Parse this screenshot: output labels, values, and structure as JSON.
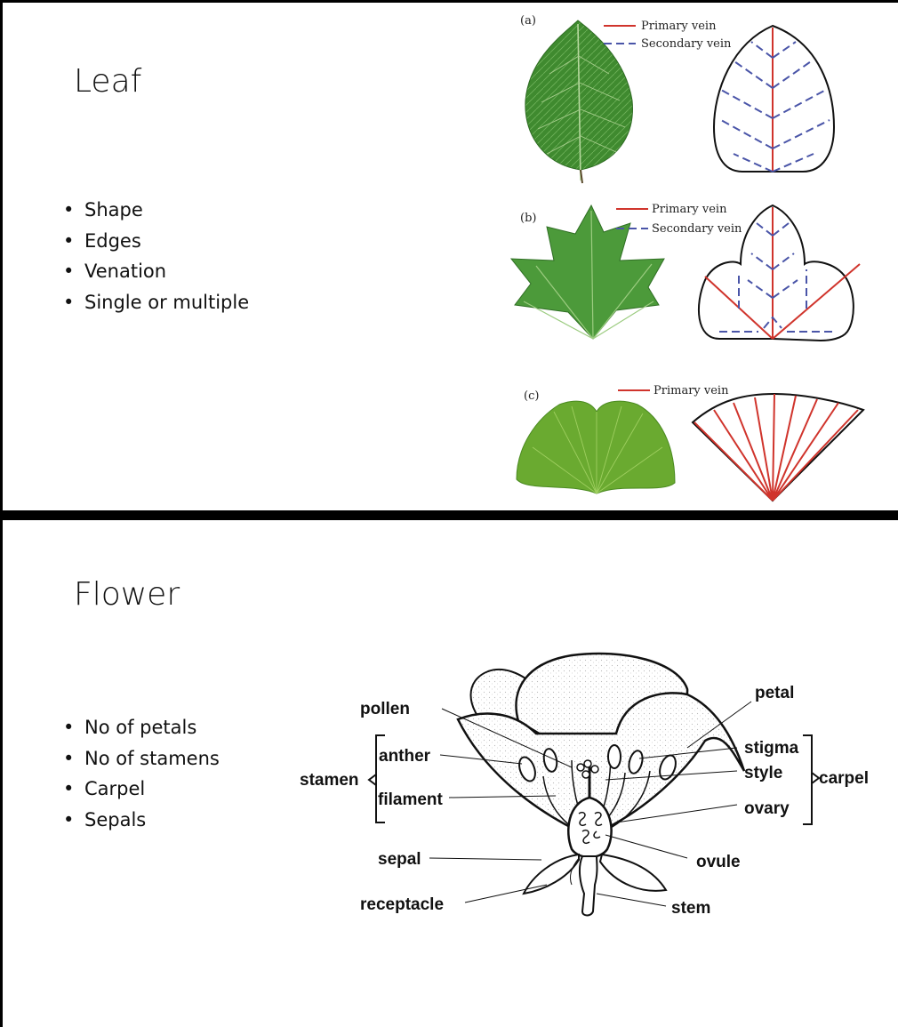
{
  "leaf_slide": {
    "title": "Leaf",
    "bullets": [
      "Shape",
      "Edges",
      "Venation",
      "Single or multiple"
    ],
    "panels": [
      {
        "tag": "(a)",
        "legend_primary": "Primary vein",
        "legend_secondary": "Secondary vein"
      },
      {
        "tag": "(b)",
        "legend_primary": "Primary vein",
        "legend_secondary": "Secondary vein"
      },
      {
        "tag": "(c)",
        "legend_primary": "Primary vein"
      }
    ],
    "colors": {
      "primary_vein": "#d0342c",
      "secondary_vein": "#4a55a8",
      "leaf_green": "#3f8a2f"
    }
  },
  "flower_slide": {
    "title": "Flower",
    "bullets": [
      "No of petals",
      "No of stamens",
      "Carpel",
      "Sepals"
    ],
    "labels": {
      "pollen": "pollen",
      "anther": "anther",
      "stamen": "stamen",
      "filament": "filament",
      "sepal": "sepal",
      "receptacle": "receptacle",
      "petal": "petal",
      "stigma": "stigma",
      "style": "style",
      "carpel": "carpel",
      "ovary": "ovary",
      "ovule": "ovule",
      "stem": "stem"
    }
  }
}
